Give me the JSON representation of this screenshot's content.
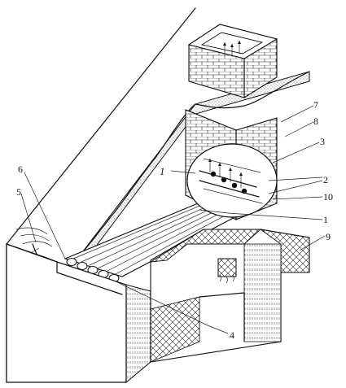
{
  "diagram": {
    "labels": [
      {
        "id": "l1",
        "text": "1"
      },
      {
        "id": "l1i",
        "text": "1"
      },
      {
        "id": "l2",
        "text": "2"
      },
      {
        "id": "l3",
        "text": "3"
      },
      {
        "id": "l4",
        "text": "4"
      },
      {
        "id": "l5",
        "text": "5"
      },
      {
        "id": "l6",
        "text": "6"
      },
      {
        "id": "l7",
        "text": "7"
      },
      {
        "id": "l8",
        "text": "8"
      },
      {
        "id": "l9",
        "text": "9"
      },
      {
        "id": "l10",
        "text": "10"
      }
    ]
  }
}
